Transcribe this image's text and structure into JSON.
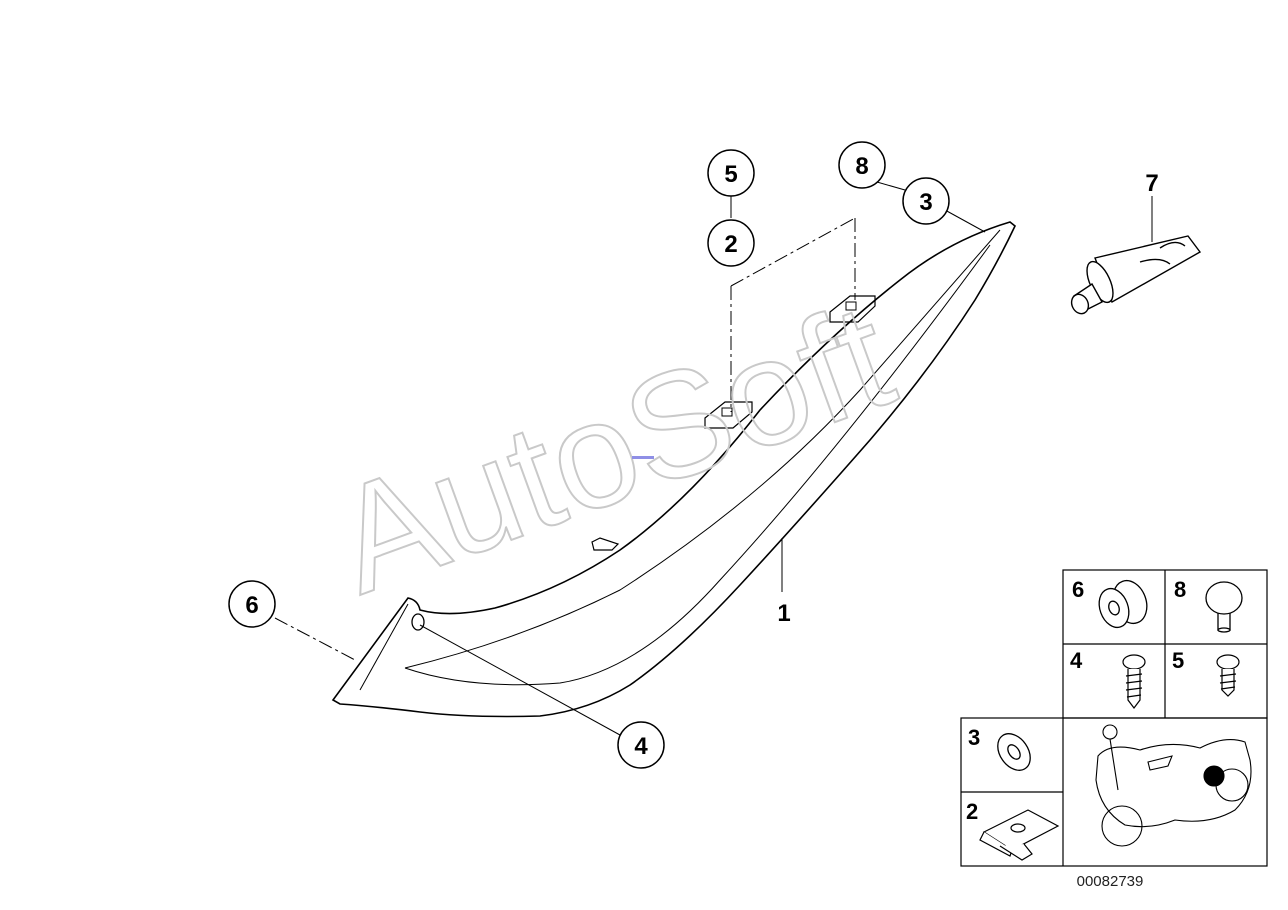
{
  "watermark": "AutoSoft",
  "diagram_number": "00082739",
  "callouts": {
    "c1": "1",
    "c2": "2",
    "c3": "3",
    "c4": "4",
    "c5": "5",
    "c6": "6",
    "c7": "7",
    "c8": "8"
  },
  "legend": {
    "k6": "6",
    "k8": "8",
    "k4": "4",
    "k5": "5",
    "k3": "3",
    "k2": "2"
  },
  "colors": {
    "line": "#000000",
    "watermark": "#c9c9c9",
    "marker": "#000000"
  }
}
